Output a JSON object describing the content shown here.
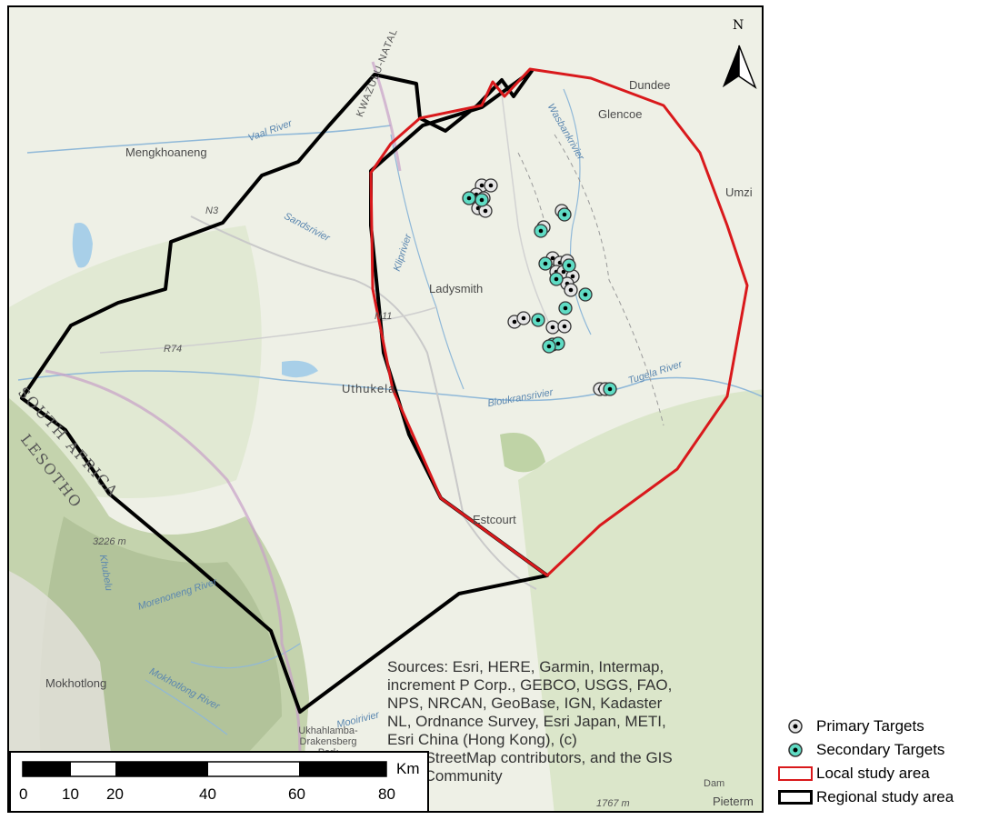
{
  "map": {
    "north_label": "N",
    "places": [
      {
        "id": "dundee",
        "label": "Dundee"
      },
      {
        "id": "glencoe",
        "label": "Glencoe"
      },
      {
        "id": "umzi",
        "label": "Umzi"
      },
      {
        "id": "mengkhoaneng",
        "label": "Mengkhoaneng"
      },
      {
        "id": "ladysmith",
        "label": "Ladysmith"
      },
      {
        "id": "uthukela",
        "label": "Uthukela"
      },
      {
        "id": "estcourt",
        "label": "Estcourt"
      },
      {
        "id": "mokhotlong",
        "label": "Mokhotlong"
      },
      {
        "id": "ukhahlamba",
        "label": "Ukhahlamba-Drakensberg Park"
      },
      {
        "id": "pieterm",
        "label": "Pieterm"
      },
      {
        "id": "kwazulu",
        "label": "KWAZULU-NATAL"
      },
      {
        "id": "south_africa",
        "label": "SOUTH AFRICA"
      },
      {
        "id": "lesotho",
        "label": "LESOTHO"
      },
      {
        "id": "n3",
        "label": "N3"
      },
      {
        "id": "n11",
        "label": "N11"
      },
      {
        "id": "r74",
        "label": "R74"
      },
      {
        "id": "elev",
        "label": "3226 m"
      },
      {
        "id": "elev2",
        "label": "1767 m"
      },
      {
        "id": "dam",
        "label": "Dam"
      }
    ],
    "rivers": [
      {
        "id": "vaal",
        "label": "Vaal River"
      },
      {
        "id": "wasbank",
        "label": "Wasbankrivier"
      },
      {
        "id": "sandsrivier",
        "label": "Sandsrivier"
      },
      {
        "id": "klip",
        "label": "Kliprivier"
      },
      {
        "id": "bloukrans",
        "label": "Bloukransrivier"
      },
      {
        "id": "tugela_river",
        "label": "Tugela River"
      },
      {
        "id": "mokhotlong_river",
        "label": "Mokhotlong River"
      },
      {
        "id": "khubelu",
        "label": "Khubelu"
      },
      {
        "id": "morenoneng",
        "label": "Morenoneng River"
      },
      {
        "id": "moorivier",
        "label": "Mooirivier"
      }
    ],
    "attribution": [
      "Sources: Esri, HERE, Garmin, Intermap,",
      "increment P Corp., GEBCO, USGS, FAO,",
      "NPS, NRCAN, GeoBase, IGN, Kadaster",
      "NL, Ordnance Survey, Esri Japan, METI,",
      "Esri China (Hong Kong), (c)",
      "OpenStreetMap contributors, and the GIS",
      "User Community"
    ]
  },
  "scalebar": {
    "unit": "Km",
    "ticks": [
      "0",
      "10",
      "20",
      "40",
      "60",
      "80"
    ],
    "tick_values": [
      0,
      10,
      20,
      40,
      60,
      80
    ]
  },
  "legend": {
    "items": [
      {
        "id": "primary",
        "label": "Primary Targets",
        "symbol": "primary-target-icon"
      },
      {
        "id": "secondary",
        "label": "Secondary Targets",
        "symbol": "secondary-target-icon"
      },
      {
        "id": "local",
        "label": "Local study area",
        "symbol": "red-outline-box"
      },
      {
        "id": "regional",
        "label": "Regional study area",
        "symbol": "black-outline-box"
      }
    ]
  },
  "colors": {
    "local_study_area": "#d9191c",
    "regional_study_area": "#000000",
    "secondary_target_fill": "#5fdcc4",
    "primary_target_fill": "#e6e6e6",
    "water": "#a8cfe8",
    "land": "#eef0e6",
    "vegetation": "#c9dbb2",
    "mountains": "#b7c7a0"
  }
}
